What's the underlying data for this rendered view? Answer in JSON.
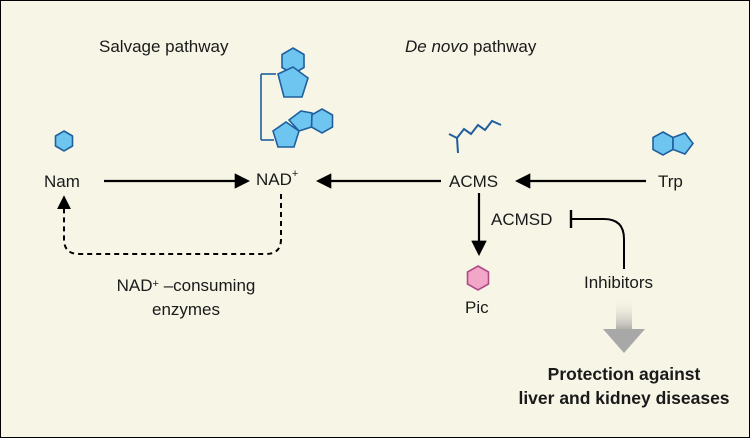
{
  "labels": {
    "salvage_pathway": "Salvage pathway",
    "de_novo_italic": "De novo",
    "de_novo_rest": " pathway",
    "nam": "Nam",
    "nad_base": "NAD",
    "nad_sup": "+",
    "acms": "ACMS",
    "trp": "Trp",
    "acmsd": "ACMSD",
    "pic": "Pic",
    "inhibitors": "Inhibitors",
    "consuming_base": "NAD",
    "consuming_sup": "+",
    "consuming_rest": " –consuming",
    "consuming_line2": "enzymes",
    "protection_line1": "Protection against",
    "protection_line2": "liver and kidney diseases"
  },
  "colors": {
    "background": "#f7f5e6",
    "molecule_fill": "#6ec6f0",
    "molecule_stroke": "#1f5f9e",
    "pic_fill": "#f2a7c9",
    "pic_stroke": "#b04a86",
    "arrow": "#000000",
    "outcome_arrow": "#bdbdbd"
  }
}
